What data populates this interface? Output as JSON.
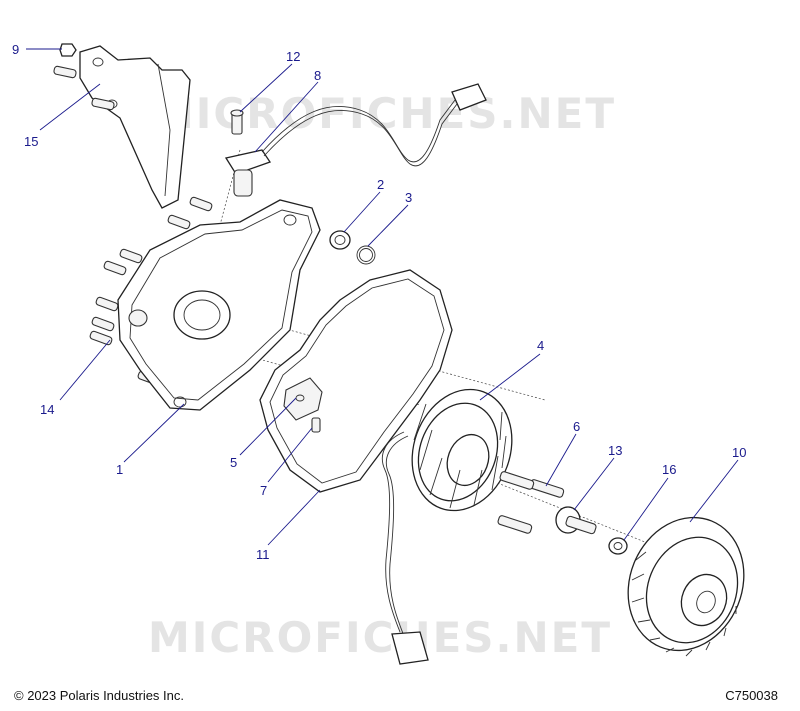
{
  "watermark": {
    "text": "MICROFICHES.NET"
  },
  "callouts": [
    {
      "id": "9",
      "label": "9"
    },
    {
      "id": "12",
      "label": "12"
    },
    {
      "id": "8",
      "label": "8"
    },
    {
      "id": "15",
      "label": "15"
    },
    {
      "id": "2",
      "label": "2"
    },
    {
      "id": "3",
      "label": "3"
    },
    {
      "id": "4",
      "label": "4"
    },
    {
      "id": "14",
      "label": "14"
    },
    {
      "id": "6",
      "label": "6"
    },
    {
      "id": "13",
      "label": "13"
    },
    {
      "id": "10",
      "label": "10"
    },
    {
      "id": "16",
      "label": "16"
    },
    {
      "id": "5",
      "label": "5"
    },
    {
      "id": "1",
      "label": "1"
    },
    {
      "id": "7",
      "label": "7"
    },
    {
      "id": "11",
      "label": "11"
    }
  ],
  "footer": {
    "copyright": "© 2023 Polaris Industries Inc.",
    "drawing_id": "C750038"
  },
  "colors": {
    "callout": "#1a1a8c",
    "line": "#222222",
    "watermark": "#e4e4e4"
  }
}
